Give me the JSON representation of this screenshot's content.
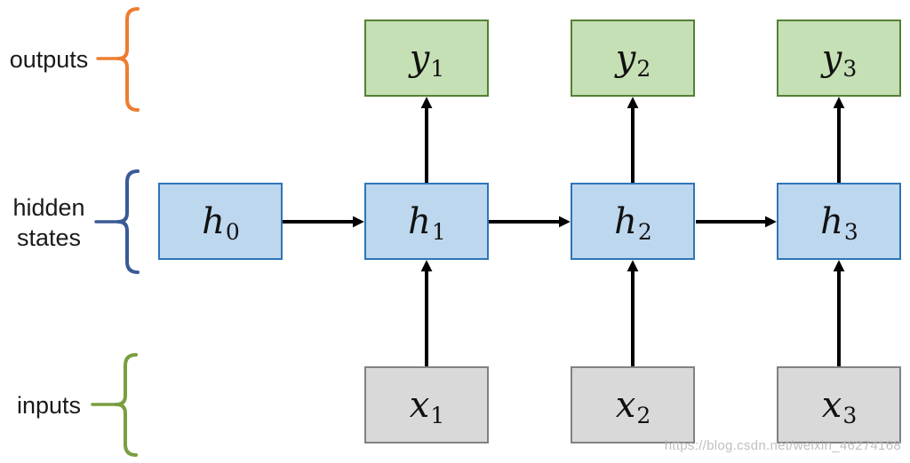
{
  "diagram_type": "unrolled recurrent neural network",
  "labels": {
    "outputs": "outputs",
    "hidden_line1": "hidden",
    "hidden_line2": "states",
    "inputs": "inputs"
  },
  "nodes": {
    "y1": {
      "base": "y",
      "sub": "1"
    },
    "y2": {
      "base": "y",
      "sub": "2"
    },
    "y3": {
      "base": "y",
      "sub": "3"
    },
    "h0": {
      "base": "h",
      "sub": "0"
    },
    "h1": {
      "base": "h",
      "sub": "1"
    },
    "h2": {
      "base": "h",
      "sub": "2"
    },
    "h3": {
      "base": "h",
      "sub": "3"
    },
    "x1": {
      "base": "x",
      "sub": "1"
    },
    "x2": {
      "base": "x",
      "sub": "2"
    },
    "x3": {
      "base": "x",
      "sub": "3"
    }
  },
  "rows": [
    {
      "id": "outputs",
      "label": "outputs",
      "nodes": [
        "y1",
        "y2",
        "y3"
      ]
    },
    {
      "id": "hidden-states",
      "label": "hidden states",
      "nodes": [
        "h0",
        "h1",
        "h2",
        "h3"
      ]
    },
    {
      "id": "inputs",
      "label": "inputs",
      "nodes": [
        "x1",
        "x2",
        "x3"
      ]
    }
  ],
  "connections": [
    {
      "from": "h0",
      "to": "h1"
    },
    {
      "from": "h1",
      "to": "h2"
    },
    {
      "from": "h2",
      "to": "h3"
    },
    {
      "from": "x1",
      "to": "h1"
    },
    {
      "from": "x2",
      "to": "h2"
    },
    {
      "from": "x3",
      "to": "h3"
    },
    {
      "from": "h1",
      "to": "y1"
    },
    {
      "from": "h2",
      "to": "y2"
    },
    {
      "from": "h3",
      "to": "y3"
    }
  ],
  "colors": {
    "output_node_fill": "#c5e0b4",
    "output_node_border": "#538135",
    "hidden_node_fill": "#bdd7ee",
    "hidden_node_border": "#2e75b6",
    "input_node_fill": "#d9d9d9",
    "input_node_border": "#818181",
    "outputs_brace": "#ed7d31",
    "hidden_brace": "#3a5a96",
    "inputs_brace": "#7a9e41",
    "arrow": "#000000"
  },
  "watermark": "https://blog.csdn.net/weixin_46274168"
}
